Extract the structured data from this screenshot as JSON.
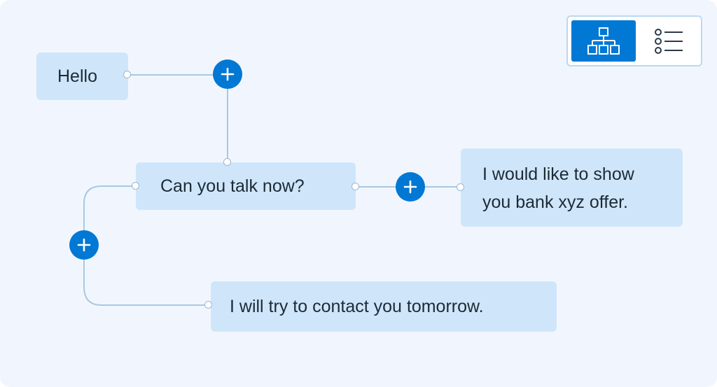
{
  "diagram": {
    "nodes": {
      "hello": {
        "text": "Hello"
      },
      "talk": {
        "text": "Can you talk now?"
      },
      "offer": {
        "line1": "I would like to show",
        "line2": "you bank xyz offer."
      },
      "later": {
        "text": "I will try to contact you tomorrow."
      }
    }
  },
  "view_toggle": {
    "options": [
      {
        "icon": "tree-diagram-icon",
        "active": true
      },
      {
        "icon": "list-icon",
        "active": false
      }
    ]
  },
  "colors": {
    "canvas": "#f1f6fe",
    "node": "#cfe6fa",
    "accent": "#0078d4",
    "wire": "#a8c8e0",
    "text": "#1d2a36"
  }
}
